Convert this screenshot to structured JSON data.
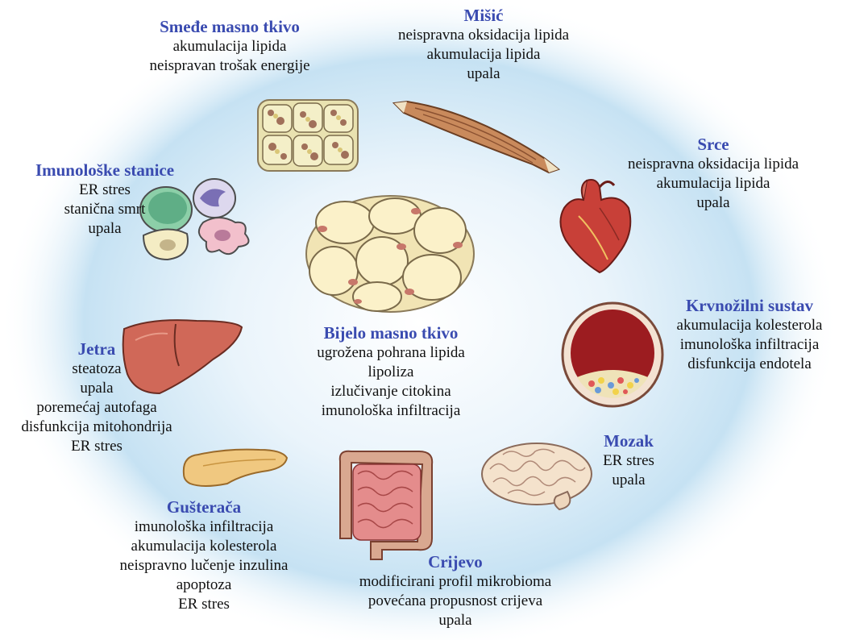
{
  "colors": {
    "title": "#3a4bb0",
    "text": "#111111",
    "halo": "#bcdcf0"
  },
  "center": {
    "title": "Bijelo masno tkivo",
    "lines": [
      "ugrožena pohrana lipida",
      "lipoliza",
      "izlučivanje citokina",
      "imunološka infiltracija"
    ]
  },
  "brown_fat": {
    "title": "Smeđe masno tkivo",
    "lines": [
      "akumulacija lipida",
      "neispravan trošak energije"
    ]
  },
  "muscle": {
    "title": "Mišić",
    "lines": [
      "neispravna oksidacija lipida",
      "akumulacija lipida",
      "upala"
    ]
  },
  "heart": {
    "title": "Srce",
    "lines": [
      "neispravna oksidacija lipida",
      "akumulacija lipida",
      "upala"
    ]
  },
  "vascular": {
    "title": "Krvnožilni sustav",
    "lines": [
      "akumulacija kolesterola",
      "imunološka infiltracija",
      "disfunkcija endotela"
    ]
  },
  "brain": {
    "title": "Mozak",
    "lines": [
      "ER stres",
      "upala"
    ]
  },
  "gut": {
    "title": "Crijevo",
    "lines": [
      "modificirani profil mikrobioma",
      "povećana propusnost crijeva",
      "upala"
    ]
  },
  "pancreas": {
    "title": "Gušterača",
    "lines": [
      "imunološka infiltracija",
      "akumulacija kolesterola",
      "neispravno lučenje inzulina",
      "apoptoza",
      "ER stres"
    ]
  },
  "liver": {
    "title": "Jetra",
    "lines": [
      "steatoza",
      "upala",
      "poremećaj autofaga",
      "disfunkcija mitohondrija",
      "ER stres"
    ]
  },
  "immune": {
    "title": "Imunološke stanice",
    "lines": [
      "ER stres",
      "stanična smrt",
      "upala"
    ]
  }
}
